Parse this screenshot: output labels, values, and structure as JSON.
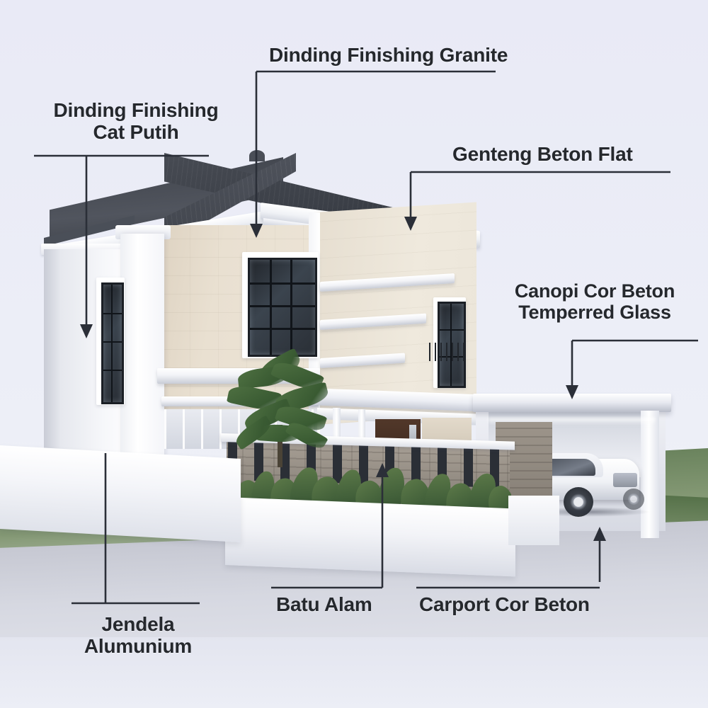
{
  "diagram": {
    "title": "Rumah - Annotated Exterior Material Callouts",
    "background_color": "#e9eaf5",
    "label_color": "#25282d",
    "leader_color": "#2b2f38"
  },
  "callouts": [
    {
      "id": "dinding-finishing-cat-putih",
      "lines": [
        "Dinding Finishing",
        "Cat Putih"
      ],
      "text": "Dinding Finishing Cat Putih",
      "position": "top-left",
      "arrow": "down",
      "target": "white painted wall"
    },
    {
      "id": "dinding-finishing-granite",
      "lines": [
        "Dinding Finishing Granite"
      ],
      "text": "Dinding Finishing Granite",
      "position": "top-center",
      "arrow": "down",
      "target": "granite finished wall"
    },
    {
      "id": "genteng-beton-flat",
      "lines": [
        "Genteng Beton Flat"
      ],
      "text": "Genteng Beton Flat",
      "position": "top-right",
      "arrow": "down",
      "target": "flat concrete roof tile"
    },
    {
      "id": "canopi-cor-beton-temperred-glass",
      "lines": [
        "Canopi Cor Beton",
        "Temperred Glass"
      ],
      "text": "Canopi Cor Beton Temperred Glass",
      "position": "right",
      "arrow": "down",
      "target": "concrete canopy with tempered glass"
    },
    {
      "id": "batu-alam",
      "lines": [
        "Batu Alam"
      ],
      "text": "Batu Alam",
      "position": "bottom-center",
      "arrow": "up",
      "target": "natural stone fence cladding"
    },
    {
      "id": "carport-cor-beton",
      "lines": [
        "Carport Cor Beton"
      ],
      "text": "Carport Cor Beton",
      "position": "bottom-right",
      "arrow": "up",
      "target": "concrete carport floor"
    },
    {
      "id": "jendela-alumunium",
      "lines": [
        "Jendela",
        "Alumunium"
      ],
      "text": "Jendela Alumunium",
      "position": "bottom-left",
      "arrow": "up",
      "target": "aluminium window"
    }
  ],
  "scene": {
    "subject": "two-storey modern house render",
    "elements": [
      "hip roof with dark flat concrete tiles",
      "white painted wall wing on the left",
      "beige granite clad upper facade",
      "black framed aluminium windows",
      "white concrete canopy over carport",
      "white MPV car parked in carport",
      "natural stone fence with black vertical slats",
      "green leafy hedge planting with uplighting",
      "green lawn and grey concrete driveway"
    ]
  }
}
